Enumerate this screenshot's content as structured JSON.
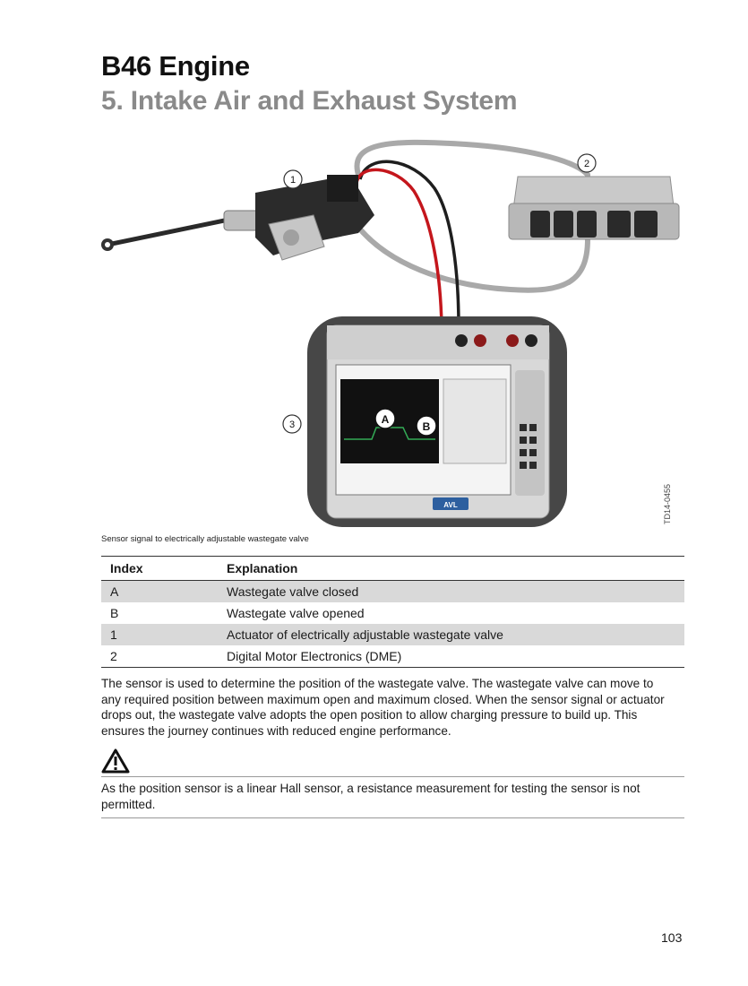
{
  "header": {
    "title": "B46 Engine",
    "section": "5. Intake Air and Exhaust System"
  },
  "figure": {
    "callouts": [
      "1",
      "2",
      "3"
    ],
    "screen_markers": [
      "A",
      "B"
    ],
    "device_brand": "AVL",
    "reference": "TD14-0455"
  },
  "caption": "Sensor signal to electrically adjustable wastegate valve",
  "index_table": {
    "headers": [
      "Index",
      "Explanation"
    ],
    "rows": [
      {
        "index": "A",
        "explanation": "Wastegate valve closed"
      },
      {
        "index": "B",
        "explanation": "Wastegate valve opened"
      },
      {
        "index": "1",
        "explanation": "Actuator of electrically adjustable wastegate valve"
      },
      {
        "index": "2",
        "explanation": "Digital Motor Electronics (DME)"
      }
    ]
  },
  "body_text": "The sensor is used to determine the position of the wastegate valve. The wastegate valve can move to any required position between maximum open and maximum closed. When the sensor signal or actuator drops out, the wastegate valve adopts the open position to allow charging pressure to build up. This ensures the journey continues with reduced engine performance.",
  "note": {
    "icon": "warning-triangle-icon",
    "text": "As the position sensor is a linear Hall sensor, a resistance measurement for testing the sensor is not permitted."
  },
  "page_number": "103"
}
